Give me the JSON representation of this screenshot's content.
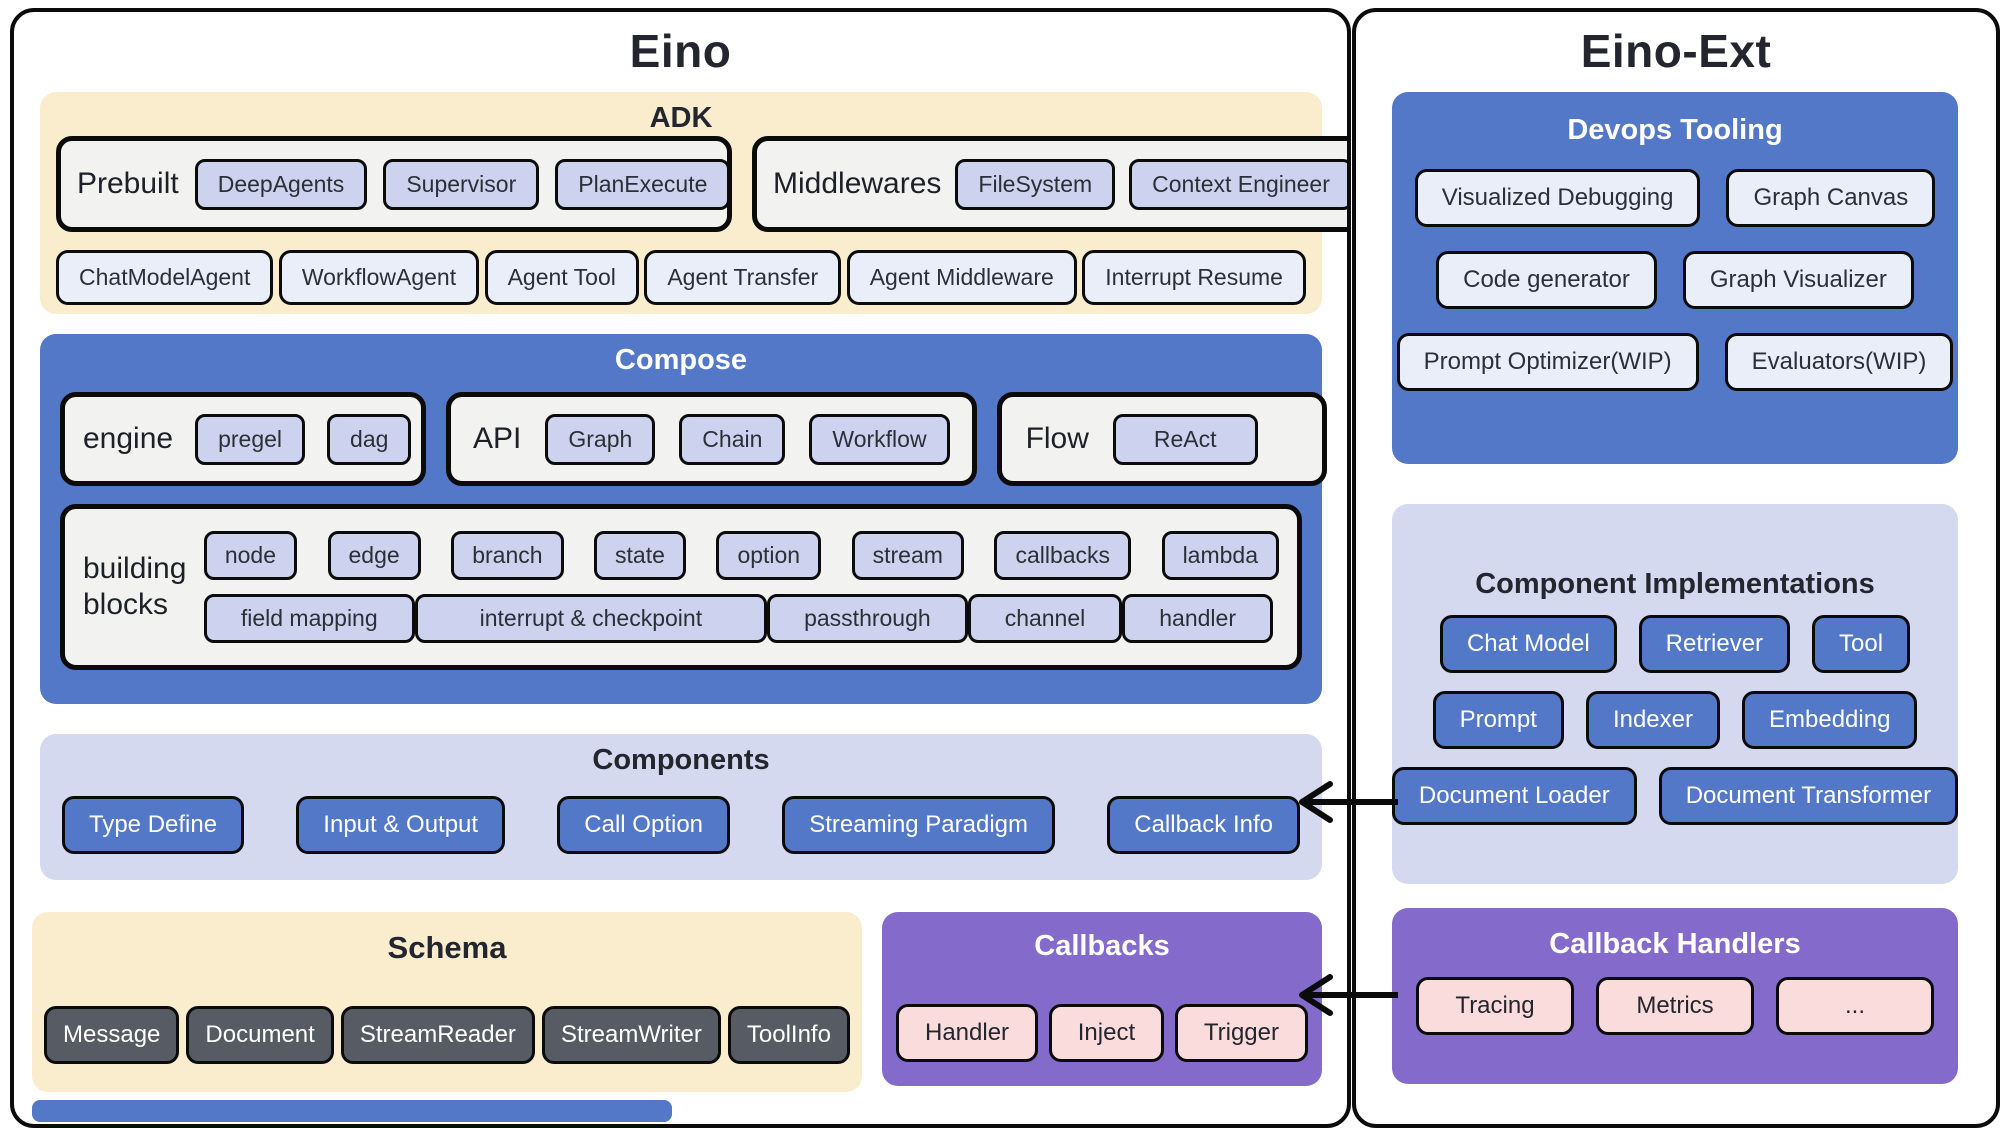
{
  "left_panel": {
    "title": "Eino",
    "adk": {
      "title": "ADK",
      "prebuilt": {
        "label": "Prebuilt",
        "items": [
          "DeepAgents",
          "Supervisor",
          "PlanExecute"
        ]
      },
      "middlewares": {
        "label": "Middlewares",
        "items": [
          "FileSystem",
          "Context Engineer"
        ]
      },
      "row2": [
        "ChatModelAgent",
        "WorkflowAgent",
        "Agent Tool",
        "Agent Transfer",
        "Agent Middleware",
        "Interrupt Resume"
      ]
    },
    "compose": {
      "title": "Compose",
      "engine": {
        "label": "engine",
        "items": [
          "pregel",
          "dag"
        ]
      },
      "api": {
        "label": "API",
        "items": [
          "Graph",
          "Chain",
          "Workflow"
        ]
      },
      "flow": {
        "label": "Flow",
        "items": [
          "ReAct"
        ]
      },
      "building_blocks": {
        "label": "building blocks",
        "row1": [
          "node",
          "edge",
          "branch",
          "state",
          "option",
          "stream",
          "callbacks",
          "lambda"
        ],
        "row2": [
          "field mapping",
          "interrupt & checkpoint",
          "passthrough",
          "channel",
          "handler"
        ]
      }
    },
    "components": {
      "title": "Components",
      "items": [
        "Type Define",
        "Input & Output",
        "Call Option",
        "Streaming Paradigm",
        "Callback Info"
      ]
    },
    "schema": {
      "title": "Schema",
      "items": [
        "Message",
        "Document",
        "StreamReader",
        "StreamWriter",
        "ToolInfo"
      ]
    },
    "callbacks": {
      "title": "Callbacks",
      "items": [
        "Handler",
        "Inject",
        "Trigger"
      ]
    }
  },
  "right_panel": {
    "title": "Eino-Ext",
    "devops": {
      "title": "Devops Tooling",
      "rows": [
        [
          "Visualized Debugging",
          "Graph Canvas"
        ],
        [
          "Code generator",
          "Graph Visualizer"
        ],
        [
          "Prompt Optimizer(WIP)",
          "Evaluators(WIP)"
        ]
      ]
    },
    "implementations": {
      "title": "Component Implementations",
      "rows": [
        [
          "Chat Model",
          "Retriever",
          "Tool"
        ],
        [
          "Prompt",
          "Indexer",
          "Embedding"
        ],
        [
          "Document Loader",
          "Document Transformer"
        ]
      ]
    },
    "callback_handlers": {
      "title": "Callback Handlers",
      "items": [
        "Tracing",
        "Metrics",
        "..."
      ]
    }
  },
  "colors": {
    "blue": "#5478C8",
    "cream": "#FAEDCD",
    "lavender": "#D5D9F0",
    "purple": "#846BCB",
    "periwinkle_pill": "#CDD3EE",
    "light_button": "#EAEEF9",
    "gray_button": "#575C64",
    "pink_button": "#FBDCDC",
    "inner_box": "#F2F2F1",
    "border": "#0B0B0B",
    "dark_text": "#23262E"
  }
}
